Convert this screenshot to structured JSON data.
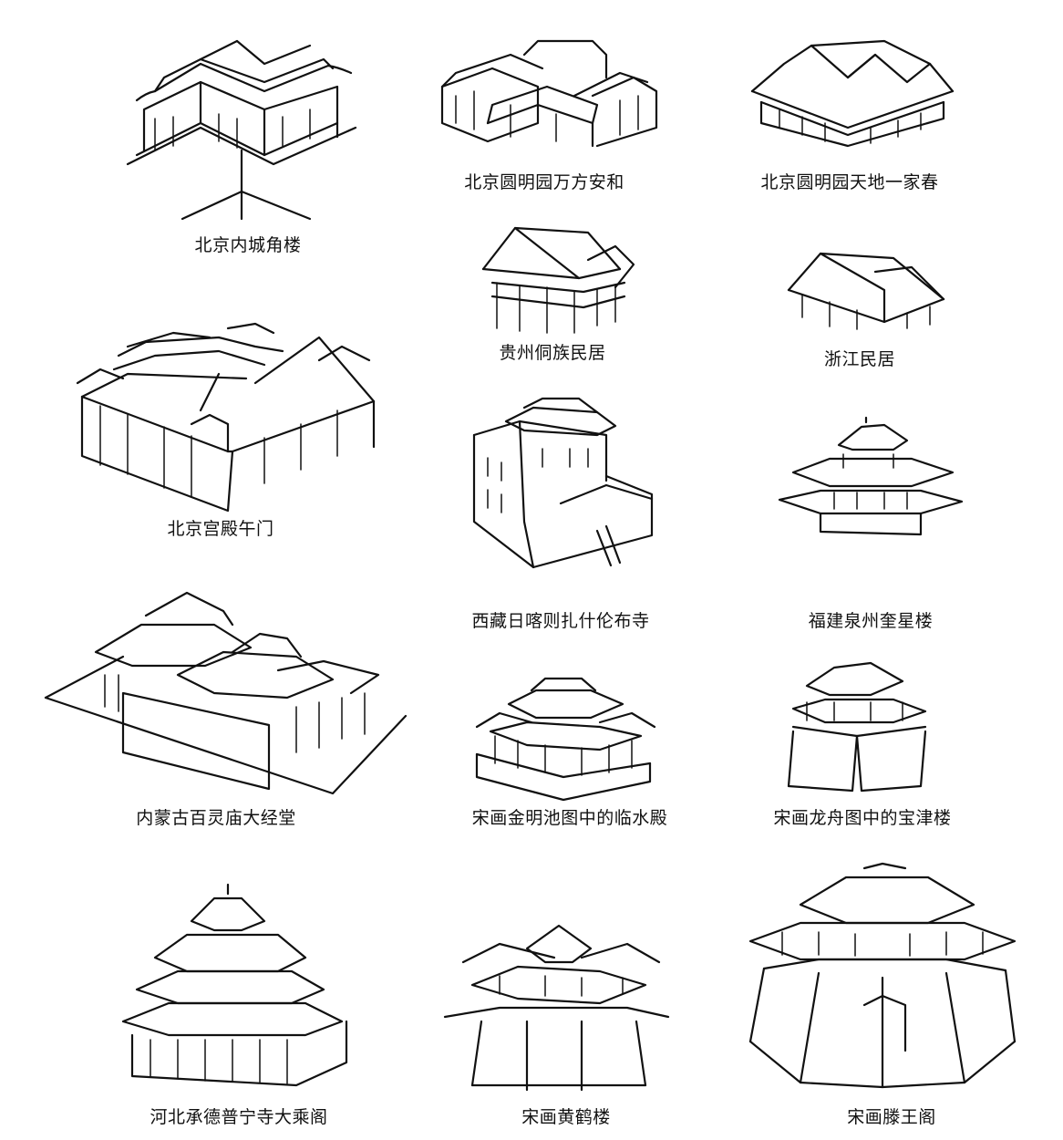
{
  "figures": [
    {
      "id": "f1",
      "caption": "北京内城角楼"
    },
    {
      "id": "f2",
      "caption": "北京圆明园万方安和"
    },
    {
      "id": "f3",
      "caption": "北京圆明园天地一家春"
    },
    {
      "id": "f4",
      "caption": "贵州侗族民居"
    },
    {
      "id": "f5",
      "caption": "浙江民居"
    },
    {
      "id": "f6",
      "caption": "北京宫殿午门"
    },
    {
      "id": "f7",
      "caption": "西藏日喀则扎什伦布寺"
    },
    {
      "id": "f8",
      "caption": "福建泉州奎星楼"
    },
    {
      "id": "f9",
      "caption": "内蒙古百灵庙大经堂"
    },
    {
      "id": "f10",
      "caption": "宋画金明池图中的临水殿"
    },
    {
      "id": "f11",
      "caption": "宋画龙舟图中的宝津楼"
    },
    {
      "id": "f12",
      "caption": "河北承德普宁寺大乘阁"
    },
    {
      "id": "f13",
      "caption": "宋画黄鹤楼"
    },
    {
      "id": "f14",
      "caption": "宋画滕王阁"
    }
  ]
}
